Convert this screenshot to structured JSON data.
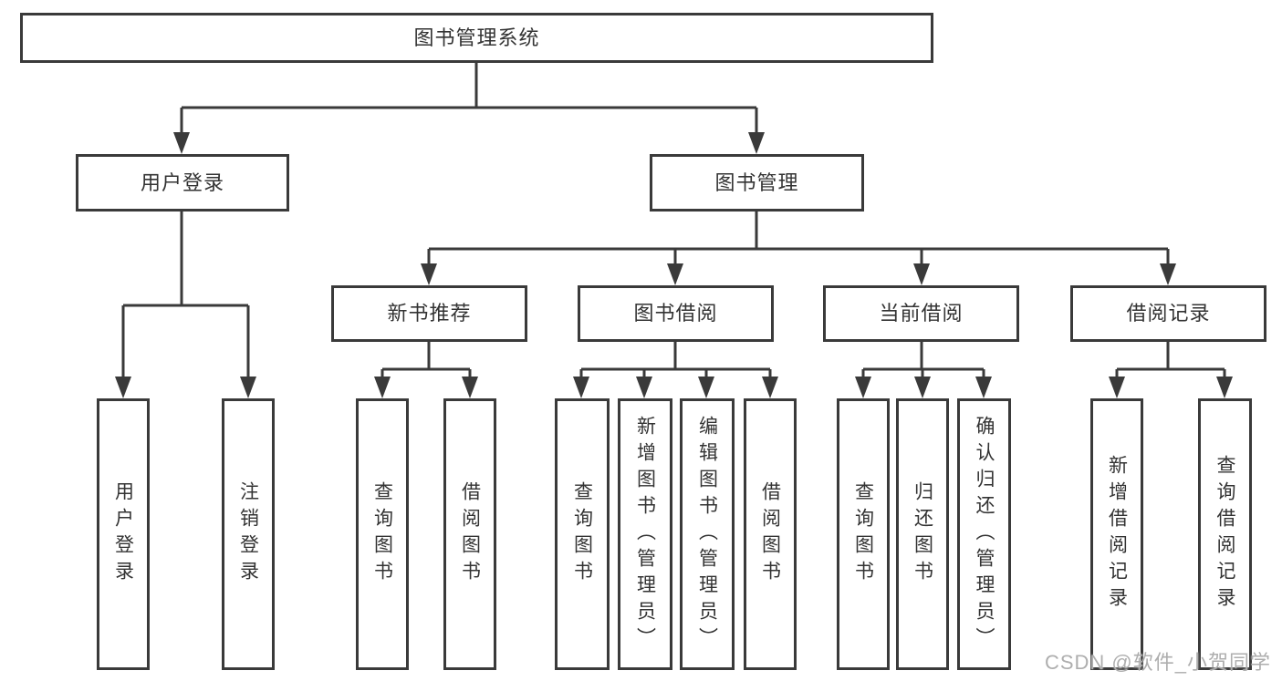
{
  "diagram": {
    "root": {
      "label": "图书管理系统"
    },
    "branches": [
      {
        "label": "用户登录",
        "children": [
          {
            "label": "用户登录"
          },
          {
            "label": "注销登录"
          }
        ]
      },
      {
        "label": "图书管理",
        "groups": [
          {
            "label": "新书推荐",
            "children": [
              {
                "label": "查询图书"
              },
              {
                "label": "借阅图书"
              }
            ]
          },
          {
            "label": "图书借阅",
            "children": [
              {
                "label": "查询图书"
              },
              {
                "label": "新增图书（管理员）"
              },
              {
                "label": "编辑图书（管理员）"
              },
              {
                "label": "借阅图书"
              }
            ]
          },
          {
            "label": "当前借阅",
            "children": [
              {
                "label": "查询图书"
              },
              {
                "label": "归还图书"
              },
              {
                "label": "确认归还（管理员）"
              }
            ]
          },
          {
            "label": "借阅记录",
            "children": [
              {
                "label": "新增借阅记录"
              },
              {
                "label": "查询借阅记录"
              }
            ]
          }
        ]
      }
    ]
  },
  "watermark": "CSDN @软件_小贺同学",
  "colors": {
    "line": "#3a3a3a",
    "text": "#333333",
    "background": "#ffffff",
    "watermark": "#aeaeae"
  }
}
